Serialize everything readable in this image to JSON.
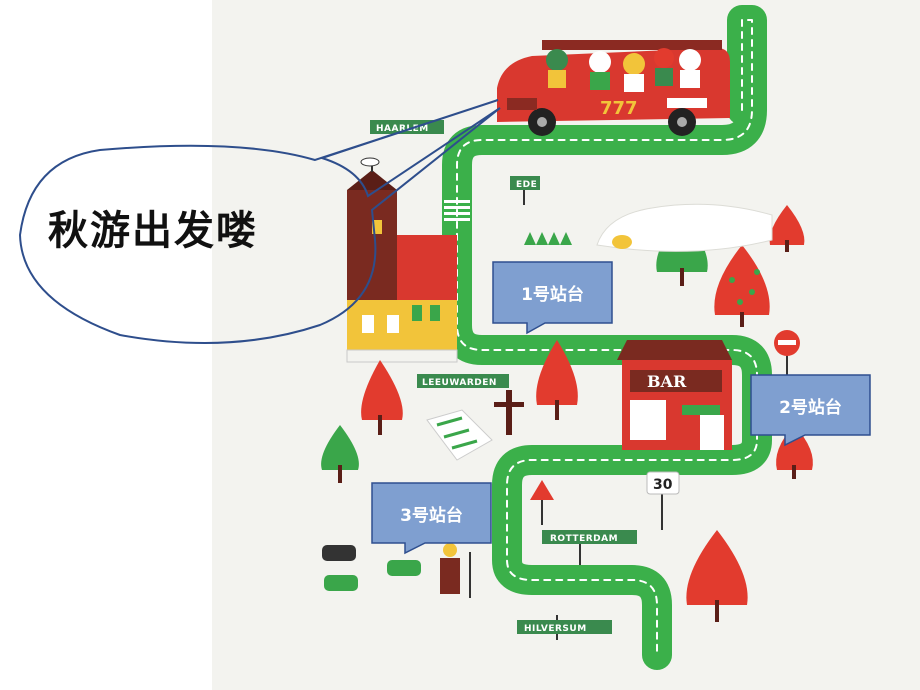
{
  "speech_bubble": {
    "text": "秋游出发喽"
  },
  "stations": [
    {
      "label": "1号站台"
    },
    {
      "label": "2号站台"
    },
    {
      "label": "3号站台"
    }
  ],
  "signs": {
    "haarlem": "HAARLEM",
    "ede": "EDE",
    "leeuwarden": "LEEUWARDEN",
    "rotterdam": "ROTTERDAM",
    "hilversum": "HILVERSUM",
    "speed": "30",
    "bar": "BAR",
    "bus_number": "777"
  },
  "colors": {
    "road": "#3bb04a",
    "tree_red": "#e23b2e",
    "tree_green": "#3aa64a",
    "callout_fill": "#7f9fd0",
    "callout_stroke": "#2f4f8f",
    "brick": "#d9382f",
    "sign_green": "#3a8a4e"
  }
}
